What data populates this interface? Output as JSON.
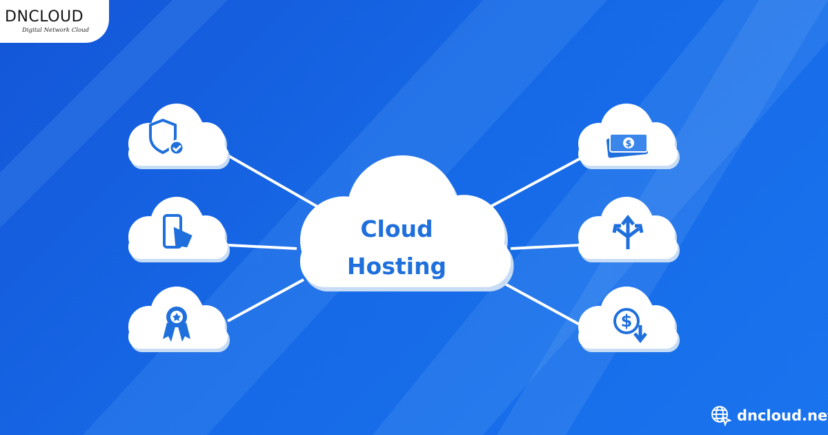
{
  "logo": {
    "brand": "DNCLOUD",
    "tagline": "Digital Network Cloud"
  },
  "center": {
    "line1": "Cloud",
    "line2": "Hosting"
  },
  "nodes": {
    "left": [
      "shield-check-icon",
      "mobile-touch-icon",
      "award-ribbon-icon"
    ],
    "right": [
      "money-bill-icon",
      "split-arrows-icon",
      "dollar-down-icon"
    ]
  },
  "footer": {
    "site": "dncloud.net"
  },
  "colors": {
    "background": "#1668e6",
    "icon": "#1f6fdc",
    "cloud": "#ffffff"
  }
}
